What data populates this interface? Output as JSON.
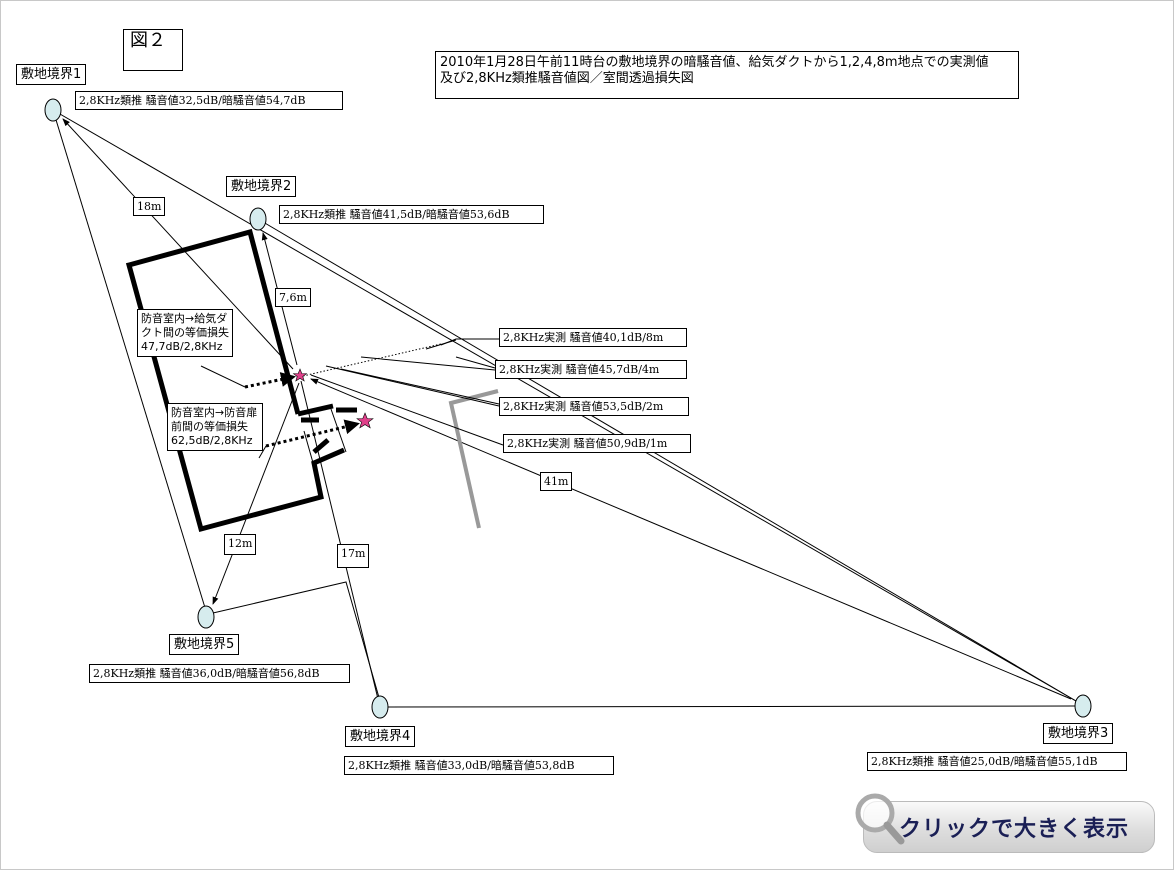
{
  "figure_label": "図２",
  "title": "2010年1月28日午前11時台の敷地境界の暗騒音値、給気ダクトから1,2,4,8m地点での実測値　及び2,8KHz類推騒音値図／室間透過損失図",
  "boundaries": [
    {
      "name": "敷地境界1",
      "value": "2,8KHz類推 騒音値32,5dB/暗騒音値54,7dB"
    },
    {
      "name": "敷地境界2",
      "value": "2,8KHz類推 騒音値41,5dB/暗騒音値53,6dB"
    },
    {
      "name": "敷地境界3",
      "value": "2,8KHz類推 騒音値25,0dB/暗騒音値55,1dB"
    },
    {
      "name": "敷地境界4",
      "value": "2,8KHz類推 騒音値33,0dB/暗騒音値53,8dB"
    },
    {
      "name": "敷地境界5",
      "value": "2,8KHz類推 騒音値36,0dB/暗騒音値56,8dB"
    }
  ],
  "measurements": [
    "2,8KHz実測 騒音値40,1dB/8m",
    "2,8KHz実測 騒音値45,7dB/4m",
    "2,8KHz実測 騒音値53,5dB/2m",
    "2,8KHz実測 騒音値50,9dB/1m"
  ],
  "distances": {
    "d1": "18m",
    "d2": "7,6m",
    "d3": "41m",
    "d4": "17m",
    "d5": "12m"
  },
  "callouts": [
    {
      "text": "防音室内→給気ダクト間の等価損失",
      "value": "47,7dB/2,8KHz"
    },
    {
      "text": "防音室内→防音扉前間の等価損失",
      "value": "62,5dB/2,8KHz"
    }
  ],
  "button": {
    "label": "クリックで大きく表示"
  },
  "colors": {
    "star": "#e0408a",
    "button_text": "#1a1f55"
  }
}
